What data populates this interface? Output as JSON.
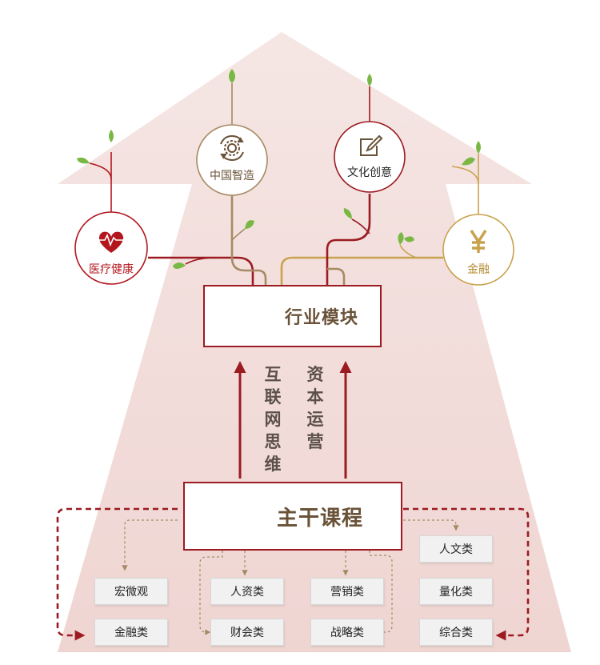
{
  "industries": [
    {
      "id": "medical",
      "label": "医疗健康",
      "icon": "heart-pulse-icon",
      "color": "#b3161d"
    },
    {
      "id": "manufacturing",
      "label": "中国智造",
      "icon": "gear-cycle-icon",
      "color": "#a68a64"
    },
    {
      "id": "culture",
      "label": "文化创意",
      "icon": "pencil-edit-icon",
      "color": "#9b1b21"
    },
    {
      "id": "finance",
      "label": "金融",
      "icon": "yen-icon",
      "color": "#c9a24e"
    }
  ],
  "industry_module": {
    "label": "行业模块",
    "icon": "layout-panel-icon"
  },
  "core_courses": {
    "label": "主干课程",
    "icon": "document-stack-icon"
  },
  "connectors": {
    "left": [
      "互",
      "联",
      "网",
      "思",
      "维"
    ],
    "right": [
      "资",
      "本",
      "运",
      "营"
    ]
  },
  "categories": [
    "人文类",
    "宏微观",
    "人资类",
    "营销类",
    "量化类",
    "金融类",
    "财会类",
    "战略类",
    "综合类"
  ],
  "colors": {
    "primary_red": "#9b1b21",
    "brown": "#a68a64",
    "gold": "#c9a24e",
    "leaf_green": "#7ab845",
    "arrow_pink": "#f3e3e1"
  }
}
